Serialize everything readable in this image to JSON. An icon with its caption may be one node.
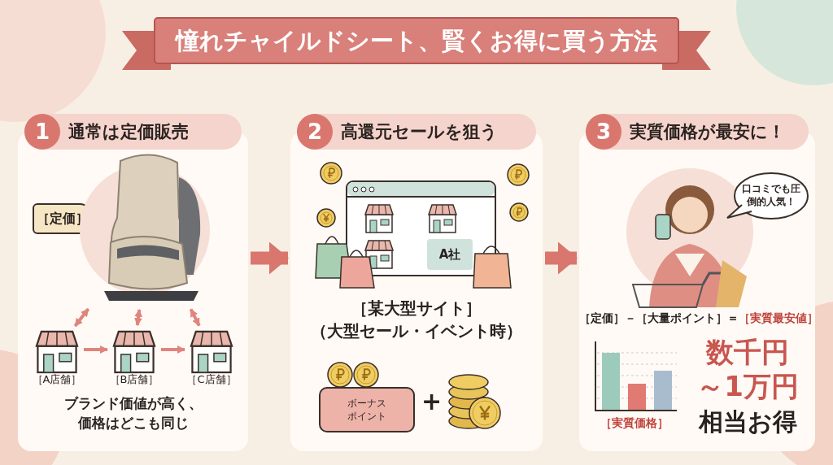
{
  "diagram": {
    "title": "憧れチャイルドシート、賢くお得に買う方法",
    "nodes": [
      {
        "text": [
          "1",
          "通常は定価販売",
          "ブランド価値が高く、価格はどこも同じ"
        ]
      },
      {
        "text": [
          "［定価］"
        ],
        "in": 0
      },
      {
        "text": [],
        "shape": "picture",
        "in": 0
      },
      {
        "text": [],
        "shape": "picture",
        "in": 0,
        "beside": [
          "［A店舗］"
        ]
      },
      {
        "text": [],
        "shape": "picture",
        "in": 0,
        "beside": [
          "［B店舗］"
        ]
      },
      {
        "text": [],
        "shape": "picture",
        "in": 0,
        "beside": [
          "［C店舗］"
        ]
      },
      {
        "text": [
          "2",
          "高還元セールを狙う",
          "［某大型サイト］（大型セール・イベント時）"
        ]
      },
      {
        "text": [
          "A社"
        ],
        "in": 6
      },
      {
        "text": [
          "ボーナスポイント"
        ],
        "in": 6
      },
      {
        "text": [],
        "shape": "picture",
        "in": 6
      },
      {
        "text": [
          "3",
          "実質価格が最安に！",
          "［定価］－［大量ポイント］＝",
          "［実質最安値］",
          "数千円～1万円",
          "相当お得"
        ]
      },
      {
        "text": [],
        "shape": "person",
        "in": 10
      },
      {
        "text": [
          "口コミでも圧倒的人気！"
        ],
        "in": 10
      },
      {
        "text": [],
        "shape": "picture",
        "in": 10,
        "beside": [
          "［実質価格］"
        ]
      }
    ],
    "edges": [
      {
        "from": 2,
        "to": 3,
        "arrow": "both"
      },
      {
        "from": 2,
        "to": 4,
        "arrow": "both"
      },
      {
        "from": 2,
        "to": 5,
        "arrow": "both"
      },
      {
        "from": 3,
        "to": 4,
        "arrow": "to"
      },
      {
        "from": 4,
        "to": 5,
        "arrow": "to"
      },
      {
        "from": 0,
        "to": 6,
        "arrow": "to",
        "style": "thick"
      },
      {
        "from": 6,
        "to": 10,
        "arrow": "to",
        "style": "thick"
      }
    ],
    "labels": [
      "+"
    ]
  }
}
